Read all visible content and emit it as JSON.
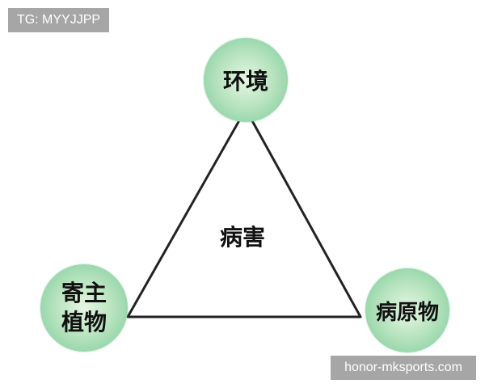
{
  "watermarks": {
    "top_left": "TG: MYYJJPP",
    "bottom_right": "honor-mksports.com"
  },
  "diagram": {
    "type": "disease-triangle",
    "center": "病害",
    "nodes": {
      "top": "环境",
      "left_line1": "寄主",
      "left_line2": "植物",
      "right": "病原物"
    },
    "colors": {
      "node_fill_center": "#e6f6e4",
      "node_fill_edge": "#7cc99a",
      "line": "#222222"
    }
  }
}
